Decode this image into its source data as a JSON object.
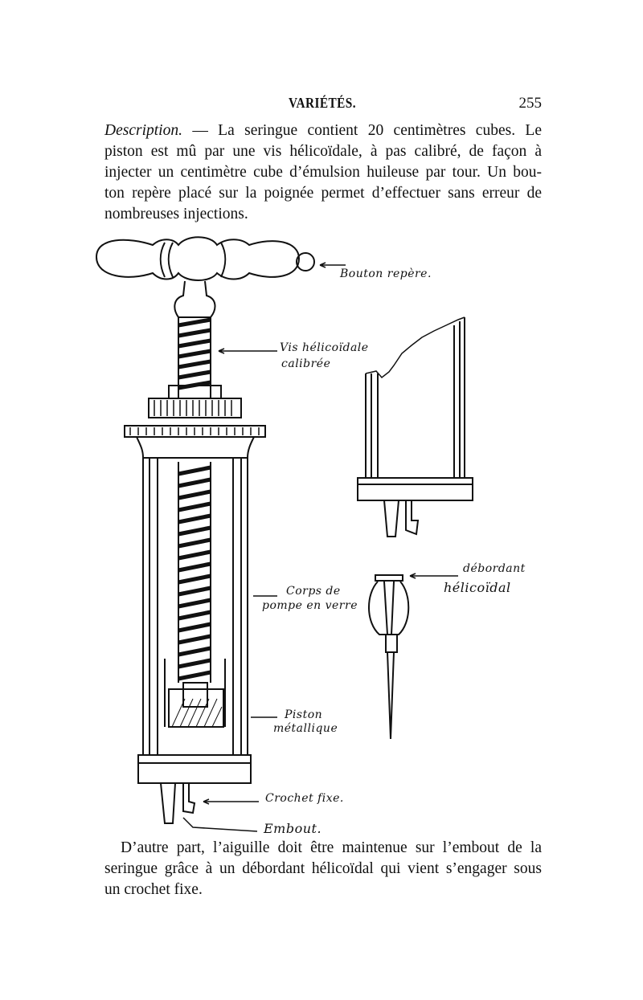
{
  "header": {
    "title": "VARIÉTÉS.",
    "page_number": "255"
  },
  "description_paragraph": {
    "lead": "Description.",
    "lines": [
      " — La seringue contient 20 centimètres cubes. Le",
      "piston est mû par une vis hélicoïdale, à pas calibré, de façon à",
      "injecter un centimètre cube d’émulsion huileuse par tour. Un bou-",
      "ton repère placé sur la poignée permet d’effectuer sans erreur de",
      "nombreuses injections."
    ]
  },
  "figure": {
    "labels": {
      "bouton": "Bouton repère.",
      "vis_1": "Vis hélicoïdale",
      "vis_2": "calibrée",
      "corps_1": "Corps de",
      "corps_2": "pompe en verre",
      "debordant_1": "débordant",
      "debordant_2": "hélicoïdal",
      "piston_1": "Piston",
      "piston_2": "métallique",
      "crochet": "Crochet fixe.",
      "embout": "Embout."
    }
  },
  "closing_paragraph": {
    "lines": [
      "D’autre part, l’aiguille doit être maintenue sur l’embout de la",
      "seringue grâce à un débordant hélicoïdal qui vient s’engager sous",
      "un crochet fixe."
    ]
  }
}
